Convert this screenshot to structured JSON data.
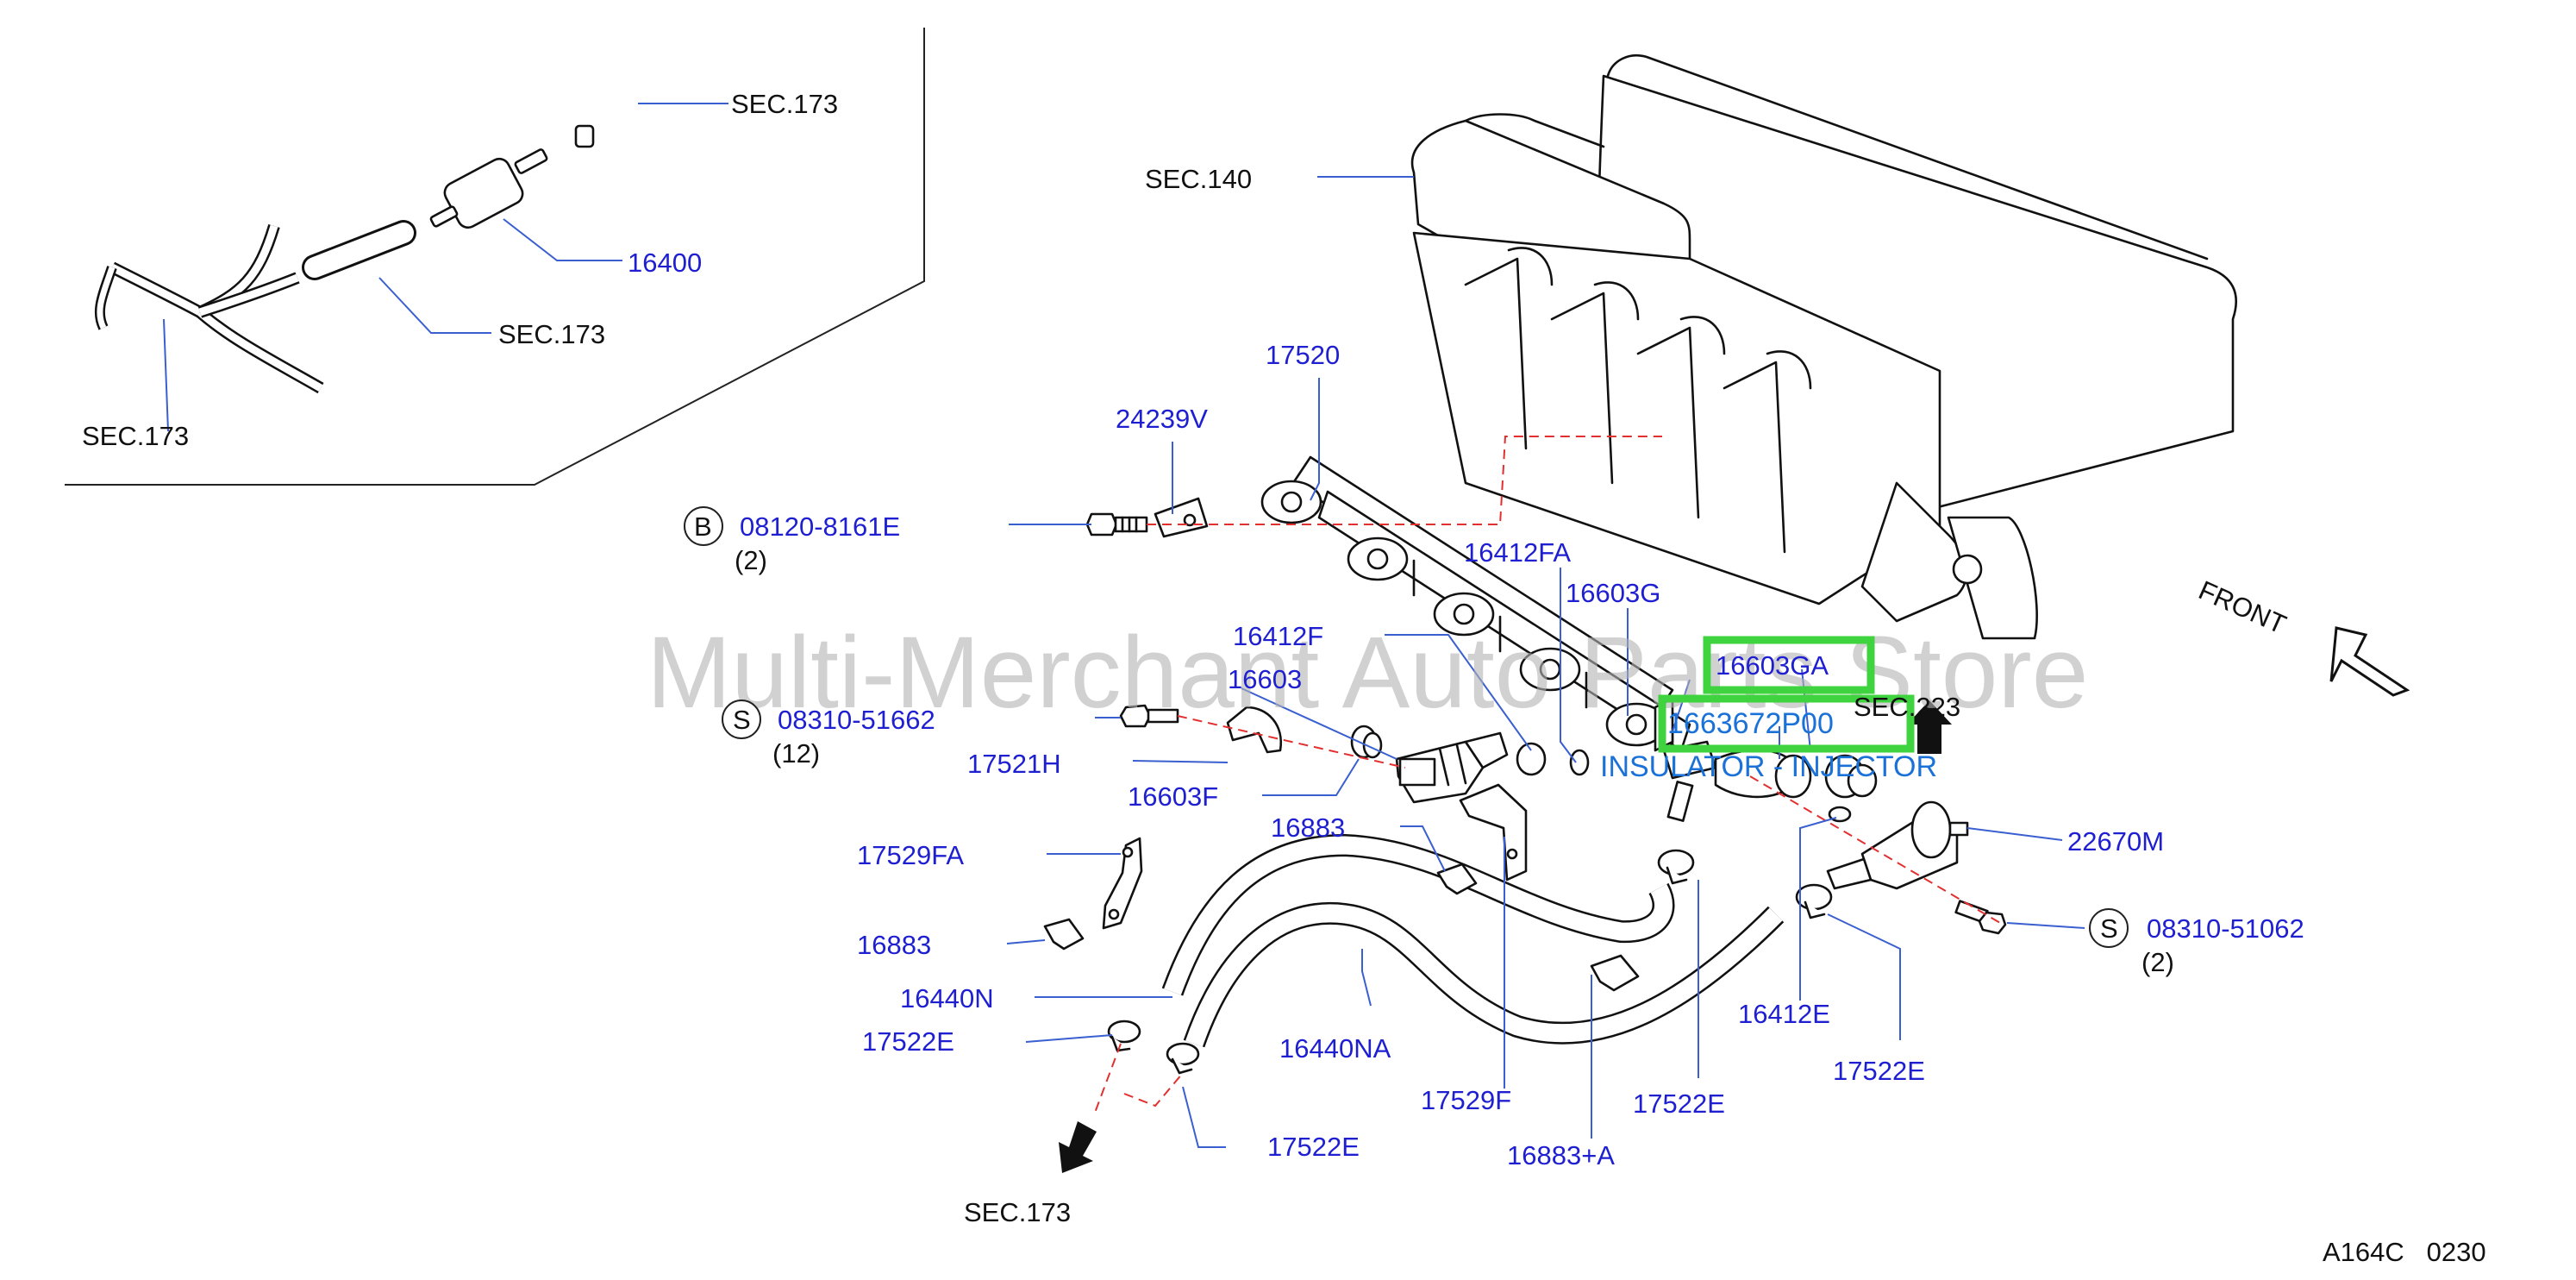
{
  "watermark": "Multi-Merchant Auto Parts Store",
  "diagram_code": "A164C   0230",
  "front_label": "FRONT",
  "inset": {
    "sec_173_top": "SEC.173",
    "part_16400": "16400",
    "sec_173_mid": "SEC.173",
    "sec_173_left": "SEC.173"
  },
  "sections": {
    "sec_140": "SEC.140",
    "sec_223": "SEC.223",
    "sec_173_bottom": "SEC.173"
  },
  "callouts": {
    "bolt_b_symbol": "B",
    "bolt_b_part": "08120-8161E",
    "bolt_b_qty": "(2)",
    "screw_s1_symbol": "S",
    "screw_s1_part": "08310-51662",
    "screw_s1_qty": "(12)",
    "screw_s2_symbol": "S",
    "screw_s2_part": "08310-51062",
    "screw_s2_qty": "(2)"
  },
  "parts": {
    "p17520": "17520",
    "p24239V": "24239V",
    "p16412FA": "16412FA",
    "p16603G": "16603G",
    "p16412F": "16412F",
    "p16603": "16603",
    "p16603GA": "16603GA",
    "p1663672P00": "1663672P00",
    "p17521H": "17521H",
    "p16603F": "16603F",
    "p16883_mid": "16883",
    "p17529FA": "17529FA",
    "p16883_left": "16883",
    "p16440N": "16440N",
    "p17522E_left": "17522E",
    "p16440NA": "16440NA",
    "p17529F": "17529F",
    "p17522E_center": "17522E",
    "p17522E_bottom": "17522E",
    "p16883A": "16883+A",
    "p16412E": "16412E",
    "p17522E_right": "17522E",
    "p22670M": "22670M"
  },
  "notes": {
    "insulator_injector": "INSULATOR - INJECTOR"
  },
  "colors": {
    "part_number": "#1f1fd2",
    "note": "#1a72d8",
    "highlight": "#3fd33f",
    "centerline": "#e23030",
    "watermark": "#b4b4b4"
  }
}
